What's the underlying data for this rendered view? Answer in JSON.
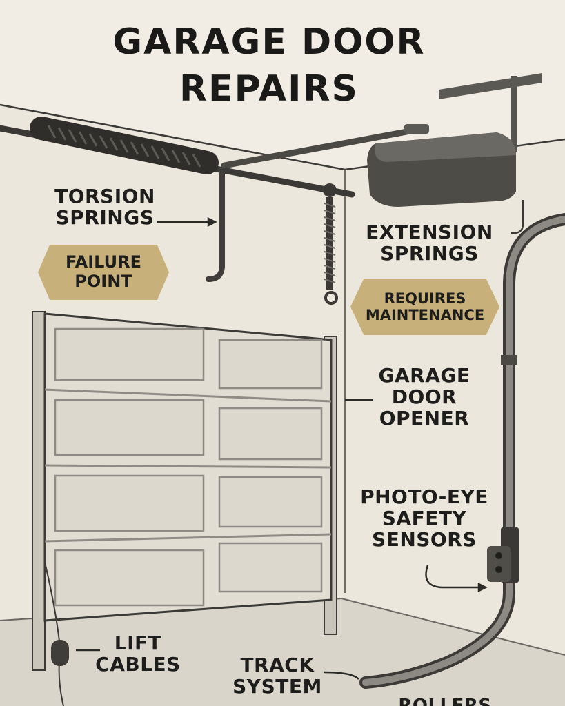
{
  "title": {
    "line1": "GARAGE DOOR",
    "line2": "REPAIRS"
  },
  "labels": {
    "torsion_springs": [
      "TORSION",
      "SPRINGS"
    ],
    "extension_springs": [
      "EXTENSION",
      "SPRINGS"
    ],
    "garage_door_opener": [
      "GARAGE",
      "DOOR",
      "OPENER"
    ],
    "photo_eye": [
      "PHOTO-EYE",
      "SAFETY",
      "SENSORS"
    ],
    "lift_cables": [
      "LIFT",
      "CABLES"
    ],
    "track_system": [
      "TRACK",
      "SYSTEM"
    ],
    "rollers": "ROLLERS"
  },
  "badges": {
    "failure_point": [
      "FAILURE",
      "POINT"
    ],
    "requires_maintenance": [
      "REQUIRES",
      "MAINTENANCE"
    ]
  },
  "colors": {
    "background": "#ece7dc",
    "badge": "#c7b079",
    "ink": "#1d1d1b",
    "door": "#e1ddd3",
    "hardware": "#4a4944"
  }
}
